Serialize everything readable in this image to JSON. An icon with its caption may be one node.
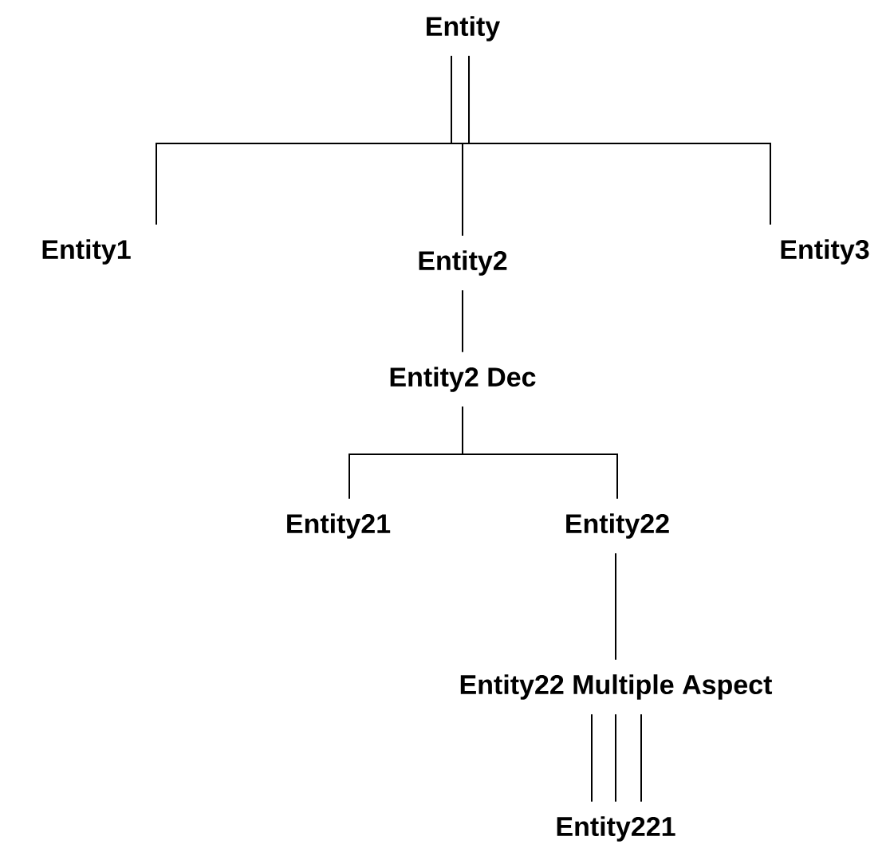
{
  "diagram": {
    "nodes": [
      {
        "text": [
          "Entity"
        ]
      },
      {
        "text": [
          "Entity1"
        ]
      },
      {
        "text": [
          "Entity2"
        ]
      },
      {
        "text": [
          "Entity3"
        ]
      },
      {
        "text": [
          "Entity2 Dec"
        ]
      },
      {
        "text": [
          "Entity21"
        ]
      },
      {
        "text": [
          "Entity22"
        ]
      },
      {
        "text": [
          "Entity22 Multiple Aspect"
        ]
      },
      {
        "text": [
          "Entity221"
        ]
      }
    ],
    "edges": [
      {
        "from": 0,
        "to": 1,
        "arrow": "none"
      },
      {
        "from": 0,
        "to": 2,
        "arrow": "none"
      },
      {
        "from": 0,
        "to": 3,
        "arrow": "none"
      },
      {
        "from": 2,
        "to": 4,
        "arrow": "none"
      },
      {
        "from": 4,
        "to": 5,
        "arrow": "none"
      },
      {
        "from": 4,
        "to": 6,
        "arrow": "none"
      },
      {
        "from": 6,
        "to": 7,
        "arrow": "none"
      },
      {
        "from": 7,
        "to": 8,
        "arrow": "none"
      }
    ]
  }
}
